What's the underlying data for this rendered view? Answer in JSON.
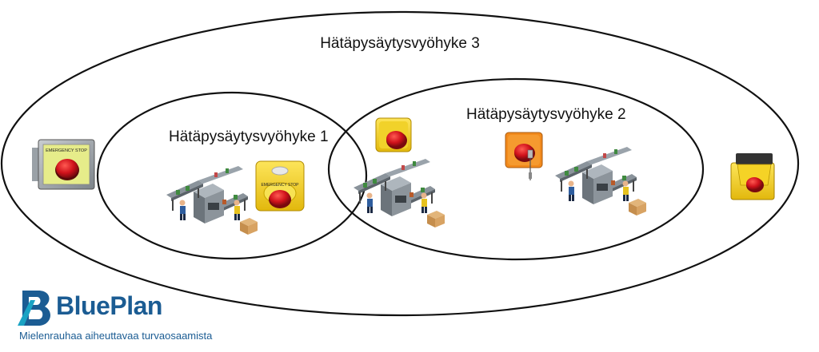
{
  "zones": [
    {
      "id": "z3",
      "label": "Hätäpysäytysvyöhyke 3"
    },
    {
      "id": "z1",
      "label": "Hätäpysäytysvyöhyke 1"
    },
    {
      "id": "z2",
      "label": "Hätäpysäytysvyöhyke 2"
    }
  ],
  "brand": {
    "name": "BluePlan",
    "tagline": "Mielenrauhaa aiheuttavaa turvaosaamista",
    "button_text": "EMERGENCY STOP"
  },
  "colors": {
    "brand_blue": "#1b5c93",
    "brand_teal": "#1aa3c4",
    "stop_red": "#d0121b",
    "housing_yellow": "#f3d21c",
    "housing_orange": "#f28a1c",
    "outline": "#111111"
  },
  "icons": [
    "emergency-stop-box-icon",
    "conveyor-line-icon",
    "key-switch-icon",
    "blueplan-logo-icon"
  ]
}
